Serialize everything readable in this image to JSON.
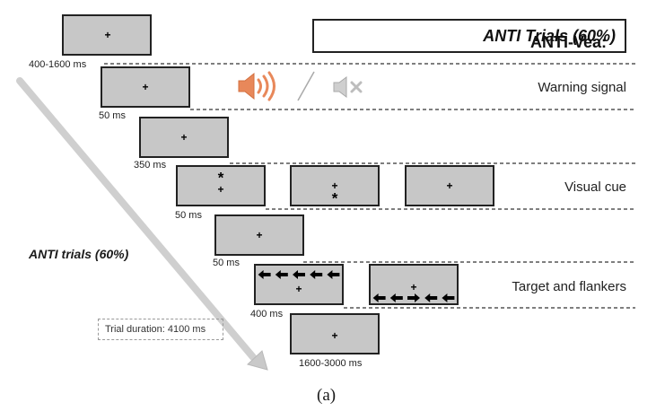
{
  "title": {
    "prefix": "ANTI-Vea: ",
    "emphasis": "ANTI Trials (60%)"
  },
  "side_label": "ANTI trials (60%)",
  "trial_duration": "Trial duration: 4100 ms",
  "caption": "(a)",
  "durations": {
    "fixation": "400-1600 ms",
    "warning": "50 ms",
    "post_warning": "350 ms",
    "cue": "50 ms",
    "post_cue": "50 ms",
    "target": "400 ms",
    "response": "1600-3000 ms"
  },
  "phases": {
    "warning": "Warning signal",
    "cue": "Visual cue",
    "target": "Target and flankers"
  },
  "glyphs": {
    "fixation": "+",
    "cue_asterisk": "*"
  },
  "icons": {
    "sound_on": "speaker-with-sound-waves",
    "sound_off": "muted-speaker"
  },
  "colors": {
    "screen": "#c7c7c7",
    "speaker_on": "#e8885a",
    "speaker_off": "#bdbdbd",
    "timeline_arrow": "#c9c9c9"
  },
  "stimuli": {
    "flankers_congruent": [
      "left",
      "left",
      "left",
      "left",
      "left"
    ],
    "flankers_incongruent": [
      "left",
      "left",
      "right",
      "left",
      "left"
    ]
  }
}
